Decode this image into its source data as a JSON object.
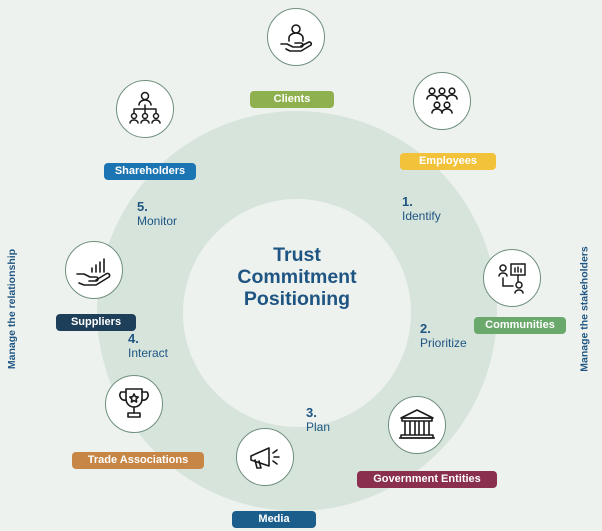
{
  "center": {
    "line1": "Trust",
    "line2": "Commitment",
    "line3": "Positioning"
  },
  "steps": [
    {
      "num": "1.",
      "label": "Identify"
    },
    {
      "num": "2.",
      "label": "Prioritize"
    },
    {
      "num": "3.",
      "label": "Plan"
    },
    {
      "num": "4.",
      "label": "Interact"
    },
    {
      "num": "5.",
      "label": "Monitor"
    }
  ],
  "stakeholders": [
    {
      "label": "Clients",
      "color": "#8fb04f",
      "icon": "hand-holding-person-icon"
    },
    {
      "label": "Employees",
      "color": "#f2c23a",
      "icon": "people-group-icon"
    },
    {
      "label": "Communities",
      "color": "#6aa86c",
      "icon": "community-network-icon"
    },
    {
      "label": "Government Entities",
      "color": "#8a2f4d",
      "icon": "government-building-icon"
    },
    {
      "label": "Media",
      "color": "#1b5e8c",
      "icon": "megaphone-icon"
    },
    {
      "label": "Trade Associations",
      "color": "#c78645",
      "icon": "trophy-icon"
    },
    {
      "label": "Suppliers",
      "color": "#1e3f5a",
      "icon": "hand-growth-chart-icon"
    },
    {
      "label": "Shareholders",
      "color": "#1b75b3",
      "icon": "org-hierarchy-icon"
    }
  ],
  "side_labels": {
    "left": "Manage the relationship",
    "right": "Manage the stakeholders"
  },
  "colors": {
    "ring": "#d6e4dc",
    "primary_text": "#1f5582",
    "background": "#eef2ee"
  }
}
